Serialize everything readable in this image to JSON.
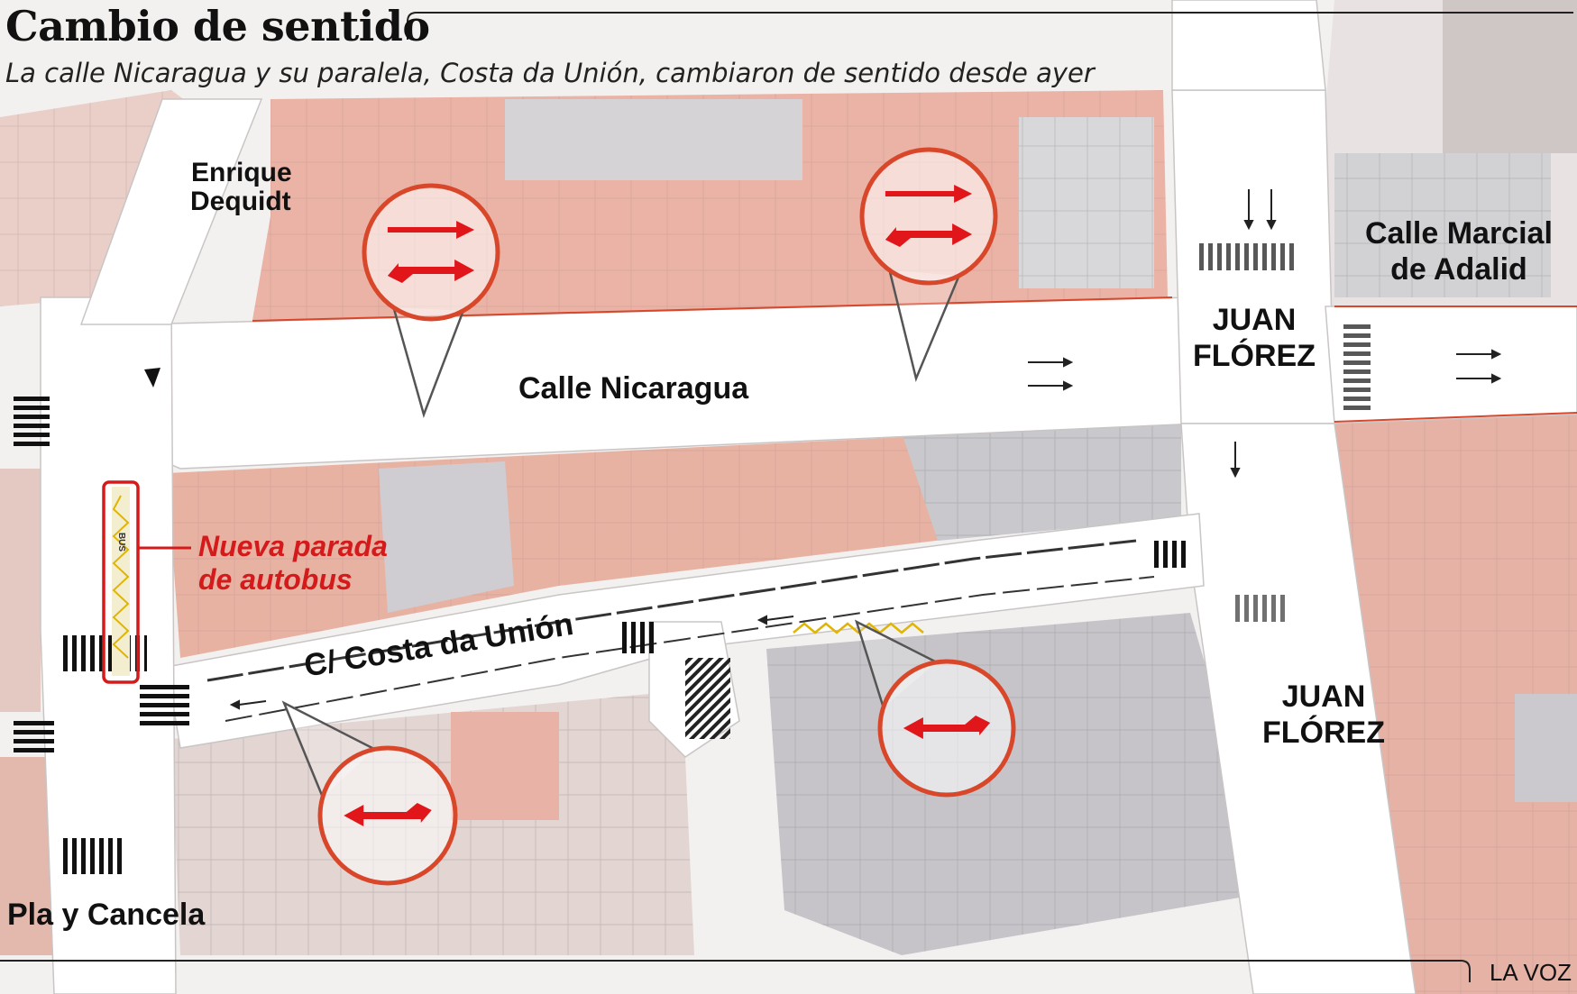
{
  "header": {
    "title": "Cambio de sentido",
    "subtitle": "La calle Nicaragua y su paralela, Costa da Unión, cambiaron de sentido desde ayer"
  },
  "map": {
    "streets": {
      "enrique_dequidt": [
        "Enrique",
        "Dequidt"
      ],
      "calle_nicaragua": "Calle Nicaragua",
      "calle_marcial": [
        "Calle Marcial",
        "de Adalid"
      ],
      "juan_florez_top": [
        "JUAN",
        "FLÓREZ"
      ],
      "juan_florez_bottom": [
        "JUAN",
        "FLÓREZ"
      ],
      "costa_da_union": "C/ Costa da Unión",
      "pla_y_cancela": "Pla y Cancela"
    },
    "bus_stop": {
      "label": [
        "Nueva parada",
        "de autobus"
      ],
      "sign": "BUS"
    },
    "markers": [
      {
        "id": "nicaragua-west",
        "direction": "right"
      },
      {
        "id": "nicaragua-east",
        "direction": "right"
      },
      {
        "id": "costa-west",
        "direction": "left"
      },
      {
        "id": "costa-east",
        "direction": "left"
      }
    ]
  },
  "footer": {
    "credit": "LA VOZ"
  },
  "colors": {
    "marker_ring": "#d9472b",
    "arrow_red": "#e0161a",
    "road": "#ffffff",
    "building_red": "#e8b5a8",
    "building_gray": "#c9c9cc",
    "label_text": "#111111",
    "bus_note": "#d41a1a"
  }
}
